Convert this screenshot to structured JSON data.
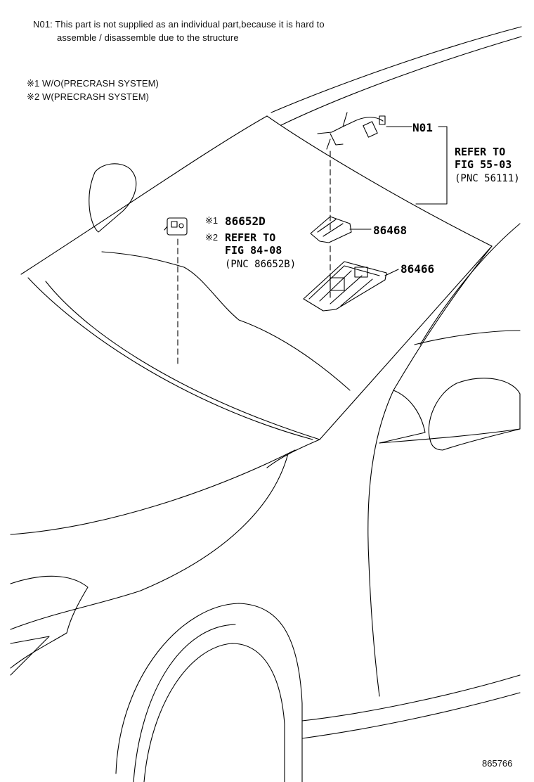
{
  "notes": {
    "n01_line1": "N01: This part is not supplied as an individual part,because it is hard to",
    "n01_line2": "assemble / disassemble due to the structure",
    "cond1": "※1 W/O(PRECRASH SYSTEM)",
    "cond2": "※2 W(PRECRASH SYSTEM)"
  },
  "callouts": {
    "n01": "N01",
    "refer_a_1": "REFER TO",
    "refer_a_2": "FIG 55-03",
    "refer_a_3": "(PNC 56111)",
    "mark1": "※1",
    "mark2": "※2",
    "p86652d": "86652D",
    "refer_b_1": "REFER TO",
    "refer_b_2": "FIG 84-08",
    "refer_b_3": "(PNC 86652B)",
    "p86468": "86468",
    "p86466": "86466"
  },
  "figure_id": "865766"
}
